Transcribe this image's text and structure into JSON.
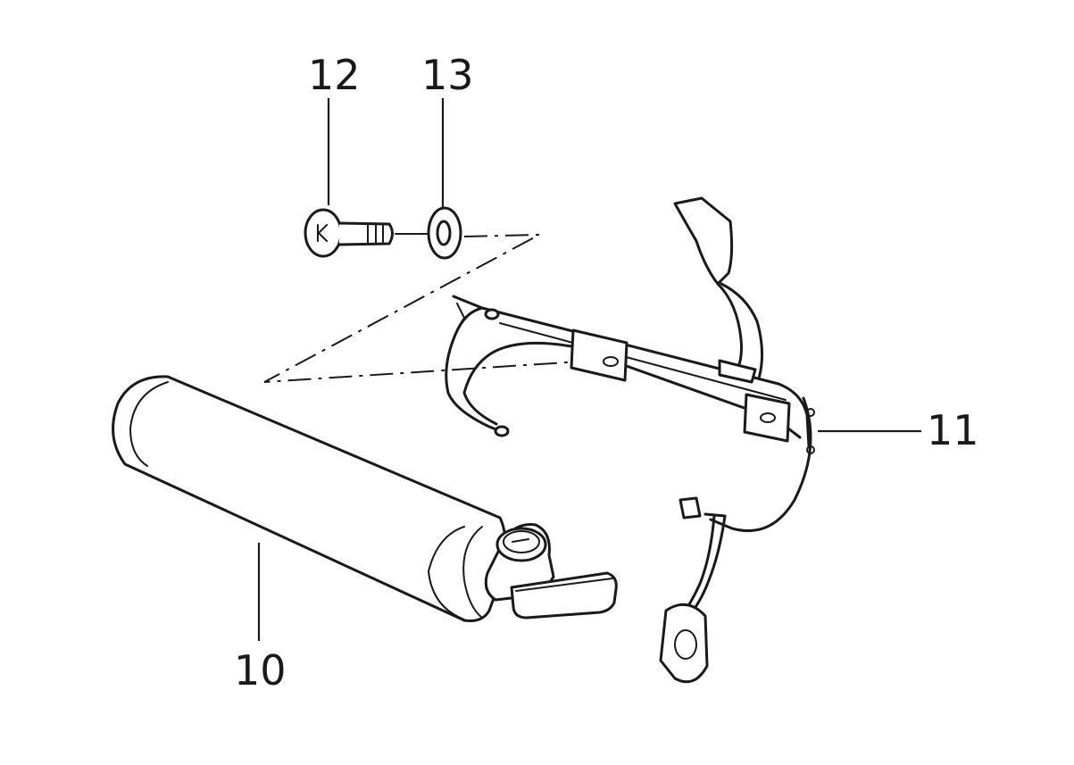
{
  "callouts": {
    "part_10": "10",
    "part_11": "11",
    "part_12": "12",
    "part_13": "13"
  },
  "colors": {
    "line": "#1a1a1a",
    "background": "#ffffff"
  }
}
